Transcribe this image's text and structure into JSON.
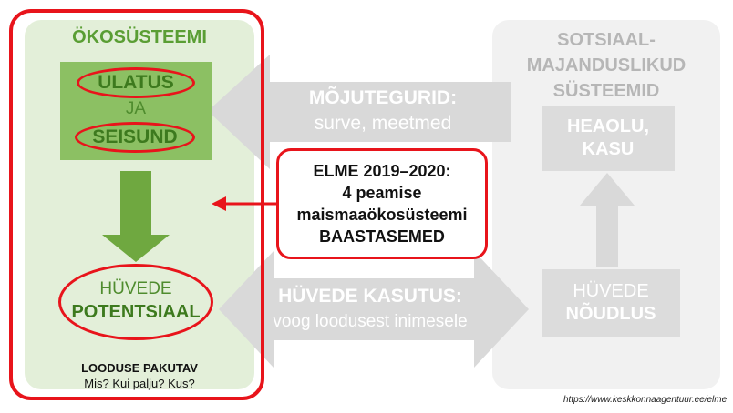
{
  "ecosystem": {
    "title": "ÖKOSÜSTEEMI",
    "scope_word": "ULATUS",
    "and_word": "JA",
    "condition_word": "SEISUND",
    "services_line1": "HÜVEDE",
    "services_line2": "POTENTSIAAL",
    "nature_offer_title": "LOODUSE PAKUTAV",
    "nature_offer_questions": "Mis? Kui palju? Kus?"
  },
  "socio_economic": {
    "title_line1": "SOTSIAAL-",
    "title_line2": "MAJANDUSLIKUD",
    "title_line3": "SÜSTEEMID",
    "wellbeing_line1": "HEAOLU,",
    "wellbeing_line2": "KASU",
    "demand_line1": "HÜVEDE",
    "demand_line2": "NÕUDLUS"
  },
  "drivers_arrow": {
    "title": "MÕJUTEGURID:",
    "subtitle": "surve, meetmed"
  },
  "use_arrow": {
    "title": "HÜVEDE KASUTUS:",
    "subtitle": "voog loodusest inimesele"
  },
  "elme_box": {
    "line1": "ELME 2019–2020:",
    "line2": "4 peamise",
    "line3": "maismaaökosüsteemi",
    "line4": "BAASTASEMED"
  },
  "source_url": "https://www.keskkonnaagentuur.ee/elme",
  "colors": {
    "highlight_red": "#e8141b",
    "eco_green": "#5a9e34",
    "eco_panel": "#e3efd9",
    "grey_arrow": "#d9d9d9"
  }
}
